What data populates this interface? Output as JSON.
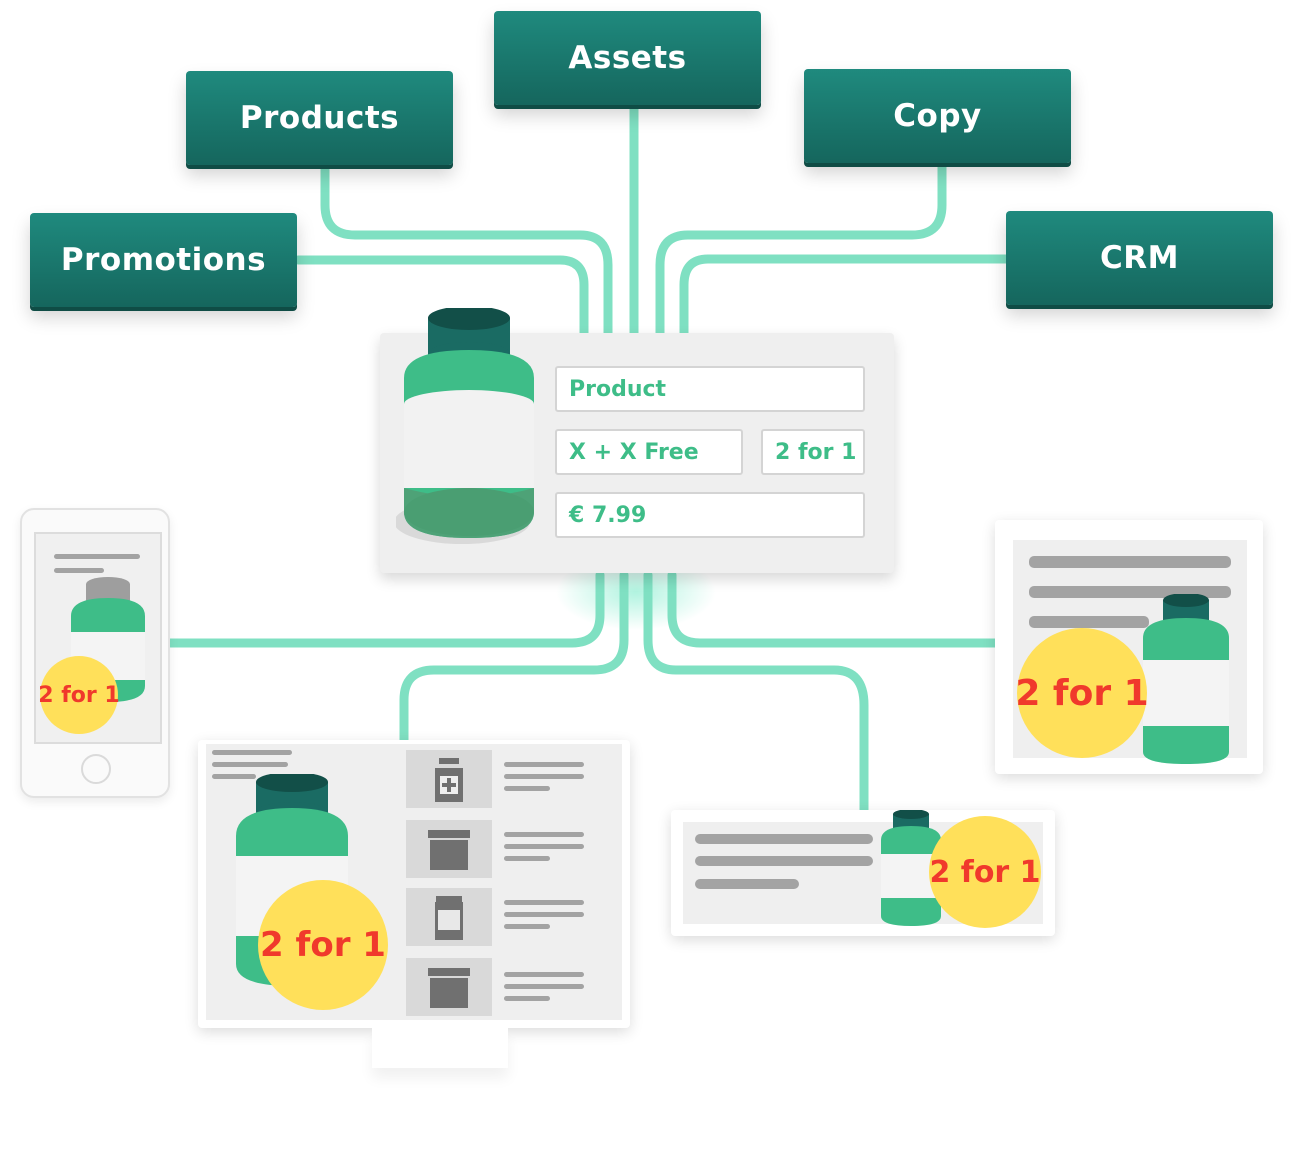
{
  "sources": {
    "products": "Products",
    "assets": "Assets",
    "copy": "Copy",
    "promotions": "Promotions",
    "crm": "CRM"
  },
  "product_card": {
    "product_label": "Product",
    "promo_type": "X + X Free",
    "promo_value": "2 for 1",
    "price": "€ 7.99"
  },
  "badges": {
    "mobile": "2 for 1",
    "desktop": "2 for 1",
    "banner": "2 for 1",
    "display": "2 for 1"
  },
  "colors": {
    "source_box": "#1a7a70",
    "connector": "#7fe0c2",
    "label_text": "#3ebd88",
    "bottle_green": "#3ebd88",
    "bottle_cap": "#1a6b63",
    "badge_fill": "#ffe05a",
    "badge_text": "#f0392c"
  },
  "icons": [
    "bottle-icon",
    "medicine-bottle-icon",
    "jar-icon",
    "supplement-jar-icon"
  ]
}
